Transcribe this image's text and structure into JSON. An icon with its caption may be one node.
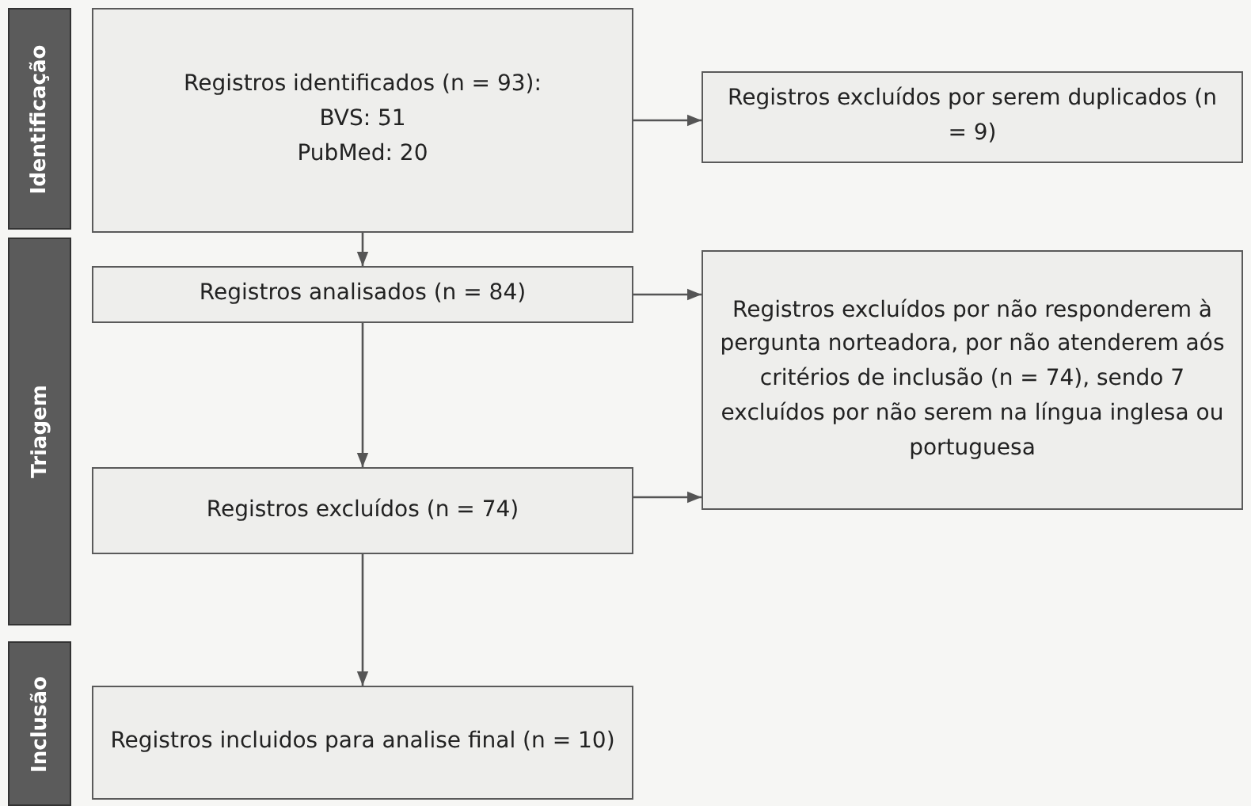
{
  "diagram": {
    "nodes": [
      {
        "text": [
          "Identificação"
        ]
      },
      {
        "text": [
          "Registros identificados (n = 93):",
          "BVS: 51",
          "PubMed: 20"
        ]
      },
      {
        "text": [
          "Registros excluídos por serem duplicados (n = 9)"
        ]
      },
      {
        "text": [
          "Registros analisados (n = 84)"
        ]
      },
      {
        "text": [
          "Registros excluídos por não responderem à pergunta norteadora, por não atenderem aós critérios de inclusão (n = 74), sendo 7 excluídos por não serem na língua inglesa ou portuguesa"
        ]
      },
      {
        "text": [
          "Triagem"
        ]
      },
      {
        "text": [
          "Registros excluídos (n = 74)"
        ]
      },
      {
        "text": [
          "Inclusão"
        ]
      },
      {
        "text": [
          "Registros incluidos para analise final (n = 10)"
        ]
      }
    ],
    "edges": [
      {
        "from": 1,
        "to": 3,
        "arrow": "to"
      },
      {
        "from": 1,
        "to": 2,
        "arrow": "to"
      },
      {
        "from": 3,
        "to": 4,
        "arrow": "to"
      },
      {
        "from": 3,
        "to": 6,
        "arrow": "to"
      },
      {
        "from": 6,
        "to": 4,
        "arrow": "to"
      },
      {
        "from": 6,
        "to": 8,
        "arrow": "to"
      }
    ]
  }
}
